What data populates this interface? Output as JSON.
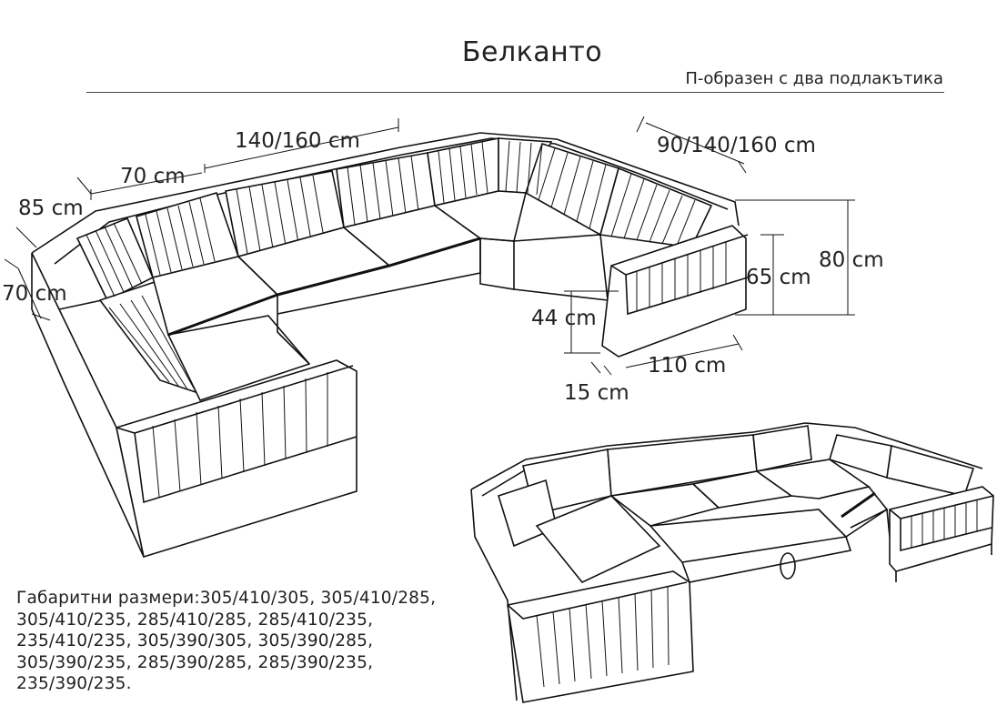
{
  "header": {
    "title": "Белканто",
    "subtitle": "П-образен с два подлакътика"
  },
  "dimensions": {
    "top_section": "140/160 cm",
    "top_corner": "70 cm",
    "left_depth": "85 cm",
    "left_corner": "70 cm",
    "right_section": "90/140/160 cm",
    "total_height": "80 cm",
    "armrest_height": "65 cm",
    "seat_height": "44 cm",
    "leg_height": "15 cm",
    "depth": "110 cm"
  },
  "overall_sizes": {
    "lines": [
      "Габаритни размери:305/410/305, 305/410/285,",
      "305/410/235, 285/410/285, 285/410/235,",
      "235/410/235, 305/390/305, 305/390/285,",
      "305/390/235, 285/390/285, 285/390/235,",
      "235/390/235."
    ]
  }
}
